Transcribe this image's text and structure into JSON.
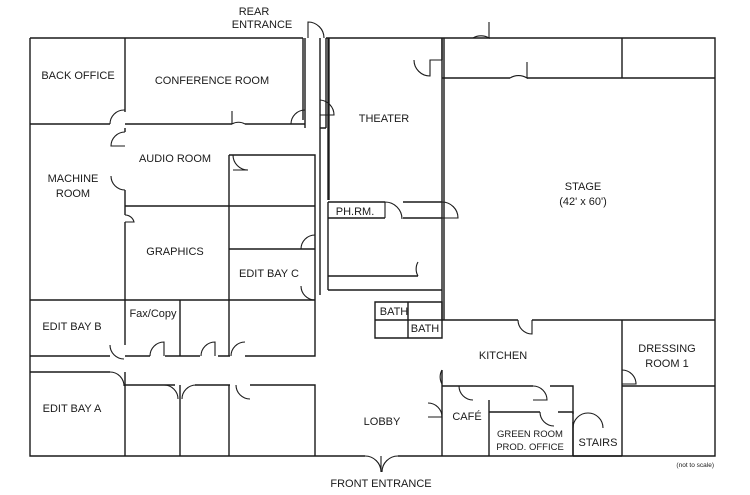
{
  "labels": {
    "rear_entrance": [
      "REAR",
      "ENTRANCE"
    ],
    "back_office": "BACK OFFICE",
    "conference_room": "CONFERENCE ROOM",
    "theater": "THEATER",
    "machine_room": [
      "MACHINE",
      "ROOM"
    ],
    "audio_room": "AUDIO ROOM",
    "stage": [
      "STAGE",
      "(42' x 60')"
    ],
    "ph_rm": "PH.RM.",
    "graphics": "GRAPHICS",
    "edit_bay_c": "EDIT BAY C",
    "edit_bay_b": "EDIT BAY B",
    "fax_copy": "Fax/Copy",
    "bath_1": "BATH",
    "bath_2": "BATH",
    "kitchen": "KITCHEN",
    "dressing_room_1": [
      "DRESSING",
      "ROOM 1"
    ],
    "edit_bay_a": "EDIT BAY A",
    "lobby": "LOBBY",
    "cafe": "CAFÉ",
    "green_room": [
      "GREEN ROOM",
      "PROD. OFFICE"
    ],
    "stairs": "STAIRS",
    "front_entrance": "FRONT ENTRANCE",
    "scale_note": "(not to scale)"
  }
}
